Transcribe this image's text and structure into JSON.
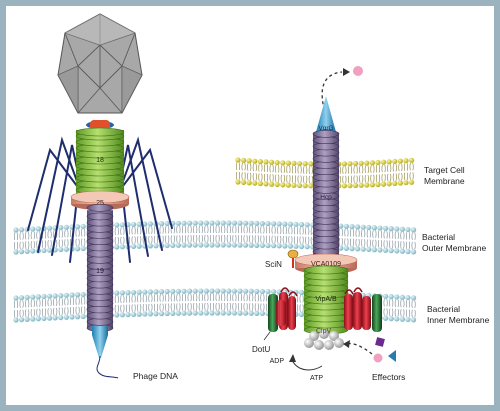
{
  "colors": {
    "background": "#ffffff",
    "frame": "#9ab3bf",
    "membrane_head_blue": "#a8d2dc",
    "membrane_head_yellow": "#d8d040",
    "tail_green": "#8cc63f",
    "sheath_purple": "#8a7aa0",
    "collar_pink": "#e8a088",
    "tip_blue": "#40a8d8",
    "capsid_gray": "#a0a0a0",
    "fiber_navy": "#1e2d6e",
    "dotu_green": "#2e7a3a",
    "red_protein": "#c8202c",
    "effector_pink": "#f0a0c0",
    "effector_purple": "#6a2a90",
    "effector_blue": "#2a7ab0"
  },
  "phage": {
    "ring_top_label": "18",
    "collar_label": "25",
    "sheath_label": "19",
    "dna_label": "Phage DNA"
  },
  "t6ss": {
    "tip_label": "VgrG",
    "tube_label": "Hcp",
    "collar_label": "VCA0109",
    "baseplate_label": "VipA/B",
    "scin_label": "SciN",
    "dotu_label": "DotU",
    "clpv_label": "ClpV",
    "adp_label": "ADP",
    "atp_label": "ATP",
    "effectors_label": "Effectors"
  },
  "membranes": {
    "target": "Target Cell\nMembrane",
    "outer": "Bacterial\nOuter Membrane",
    "inner": "Bacterial\nInner Membrane"
  }
}
